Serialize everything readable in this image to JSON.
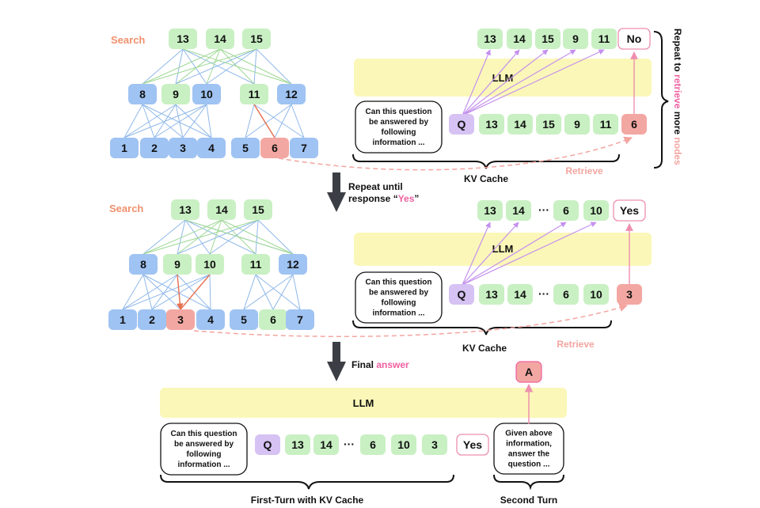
{
  "colors": {
    "blue": "#9fc3f2",
    "green": "#c9f0c3",
    "red": "#f3a7a2",
    "purple": "#d6c2f3",
    "yellow": "#fbf7b8",
    "tree_line_blue": "#8fb8ea",
    "tree_line_green": "#9ed894",
    "selected_line": "#e8704f",
    "query_line": "#c490ee",
    "up_line": "#ee8fae",
    "retrieve_line": "#f3a5a0",
    "pink_text": "#f05fa0"
  },
  "labels": {
    "search": "Search",
    "retrieve": "Retrieve",
    "kv_cache": "KV Cache",
    "llm": "LLM",
    "repeat_pre": "Repeat ",
    "repeat_to": "to",
    "repeat_retrieve": " retrieve",
    "repeat_more": " more",
    "repeat_nodes": " nodes",
    "repeat_until_1": "Repeat until",
    "repeat_until_2a": "response “",
    "yes_word": "Yes",
    "repeat_until_2c": "”",
    "final": "Final ",
    "answer": "answer",
    "bubble_q": [
      "Can this question",
      "be answered by",
      "following",
      "information ..."
    ],
    "bubble_given": [
      "Given above",
      "information,",
      "answer the",
      "question ..."
    ],
    "first_turn": "First-Turn with KV Cache",
    "second_turn": "Second Turn",
    "ellipsis": "···",
    "a": "A",
    "q": "Q",
    "no": "No",
    "yes": "Yes"
  },
  "panels": [
    {
      "tree": {
        "roots": [
          "13",
          "14",
          "15"
        ],
        "mid": [
          "8",
          "9",
          "10",
          "11",
          "12"
        ],
        "leaves": [
          "1",
          "2",
          "3",
          "4",
          "5",
          "6",
          "7"
        ],
        "selected_leaf": "6"
      },
      "top_row": [
        "13",
        "14",
        "15",
        "9",
        "11"
      ],
      "top_result": "No",
      "kv_row": [
        "13",
        "14",
        "15",
        "9",
        "11"
      ],
      "retrieved": "6"
    },
    {
      "tree": {
        "roots": [
          "13",
          "14",
          "15"
        ],
        "mid": [
          "8",
          "9",
          "10",
          "11",
          "12"
        ],
        "leaves": [
          "1",
          "2",
          "3",
          "4",
          "5",
          "6",
          "7"
        ],
        "selected_leaf": "3"
      },
      "top_row": [
        "13",
        "14",
        "6",
        "10"
      ],
      "top_result": "Yes",
      "kv_row": [
        "13",
        "14",
        "6",
        "10"
      ],
      "retrieved": "3"
    }
  ],
  "final_row": [
    "13",
    "14",
    "6",
    "10",
    "3"
  ]
}
